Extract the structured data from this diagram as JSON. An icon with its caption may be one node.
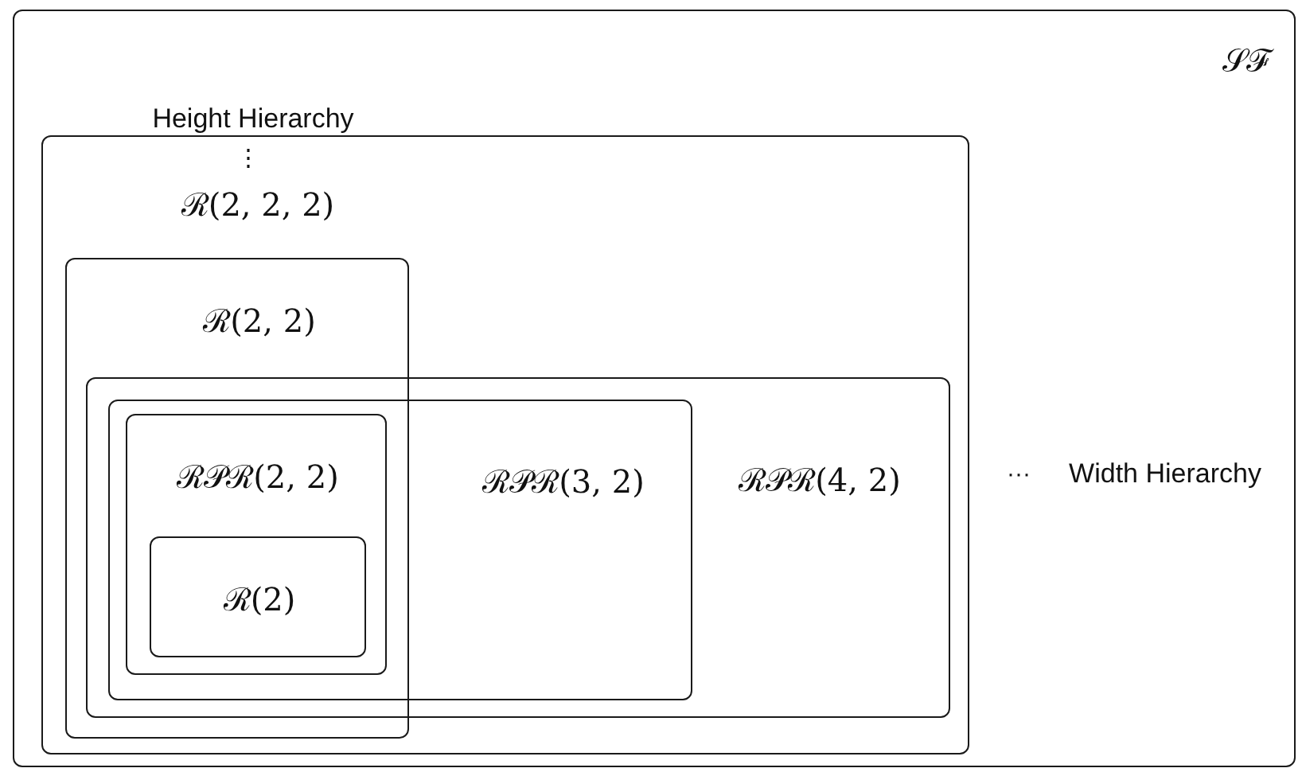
{
  "diagram": {
    "nodes": [
      {
        "text": [
          "𝒮ℱ"
        ]
      },
      {
        "text": [
          "ℛ(2, 2, 2)"
        ],
        "in": 0
      },
      {
        "text": [
          "ℛ(2, 2)"
        ],
        "in": 1
      },
      {
        "text": [
          "ℛ𝒫ℛ(4, 2)"
        ],
        "in": 1
      },
      {
        "text": [
          "ℛ𝒫ℛ(3, 2)"
        ],
        "in": 3
      },
      {
        "text": [
          "ℛ𝒫ℛ(2, 2)"
        ]
      },
      {
        "text": [
          "ℛ(2)"
        ],
        "in": 5
      }
    ],
    "labels": [
      "Height Hierarchy",
      "⋮",
      "···",
      "Width Hierarchy"
    ]
  }
}
